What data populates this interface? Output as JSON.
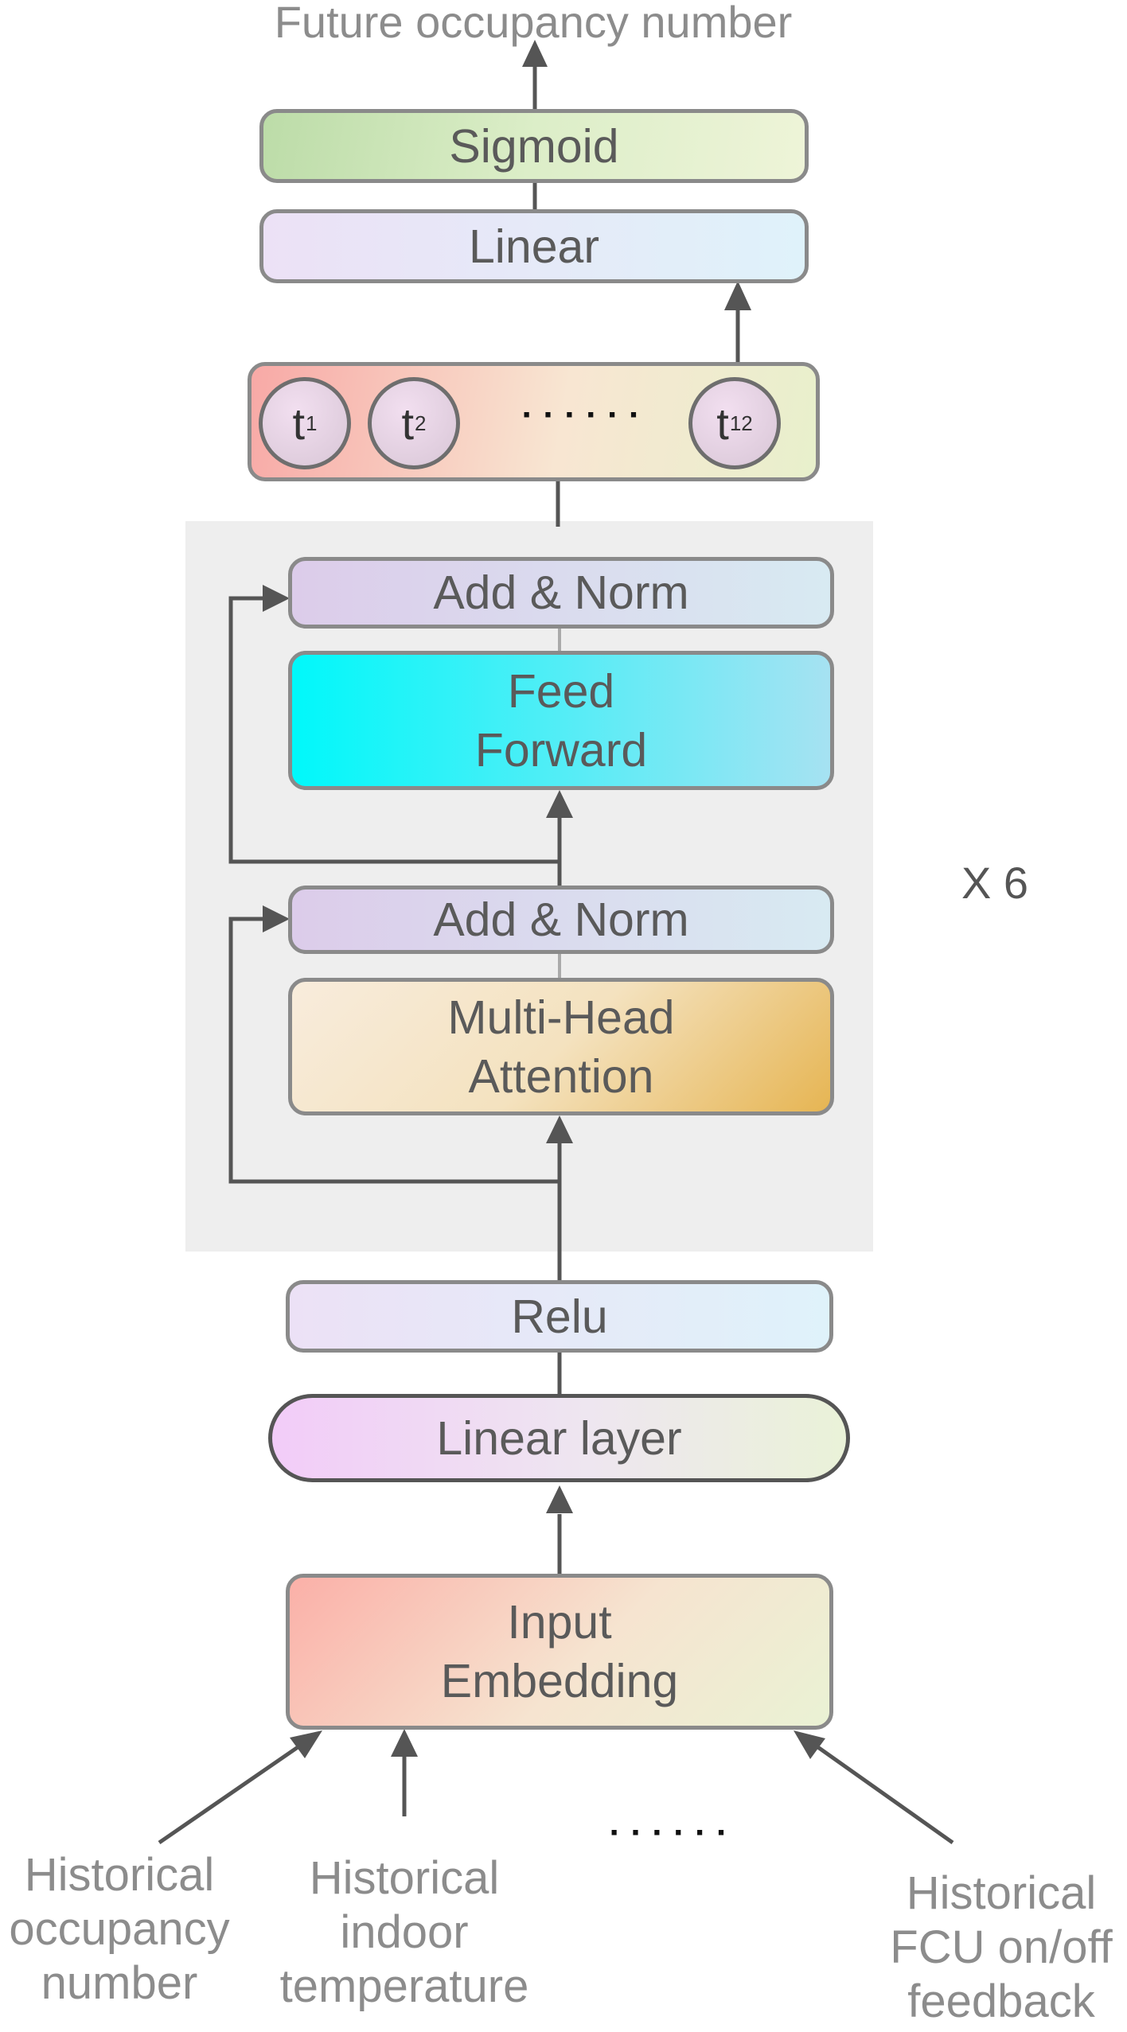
{
  "output_label": "Future occupancy number",
  "sigmoid": "Sigmoid",
  "linear": "Linear",
  "tokens": {
    "t1": "t",
    "t1_sub": "1",
    "t2": "t",
    "t2_sub": "2",
    "t12": "t",
    "t12_sub": "12",
    "ellipsis": "· · · · · ·"
  },
  "encoder": {
    "add_norm_top": "Add & Norm",
    "feed_forward_1": "Feed",
    "feed_forward_2": "Forward",
    "add_norm_bottom": "Add & Norm",
    "mha_1": "Multi-Head",
    "mha_2": "Attention",
    "repeat": "X 6"
  },
  "relu": "Relu",
  "linear_layer": "Linear layer",
  "input_embedding_1": "Input",
  "input_embedding_2": "Embedding",
  "inputs": {
    "occupancy": [
      "Historical",
      "occupancy",
      "number"
    ],
    "temperature": [
      "Historical",
      "indoor",
      "temperature"
    ],
    "ellipsis": "· · · · · ·",
    "fcu": [
      "Historical",
      "FCU on/off",
      "feedback"
    ]
  }
}
